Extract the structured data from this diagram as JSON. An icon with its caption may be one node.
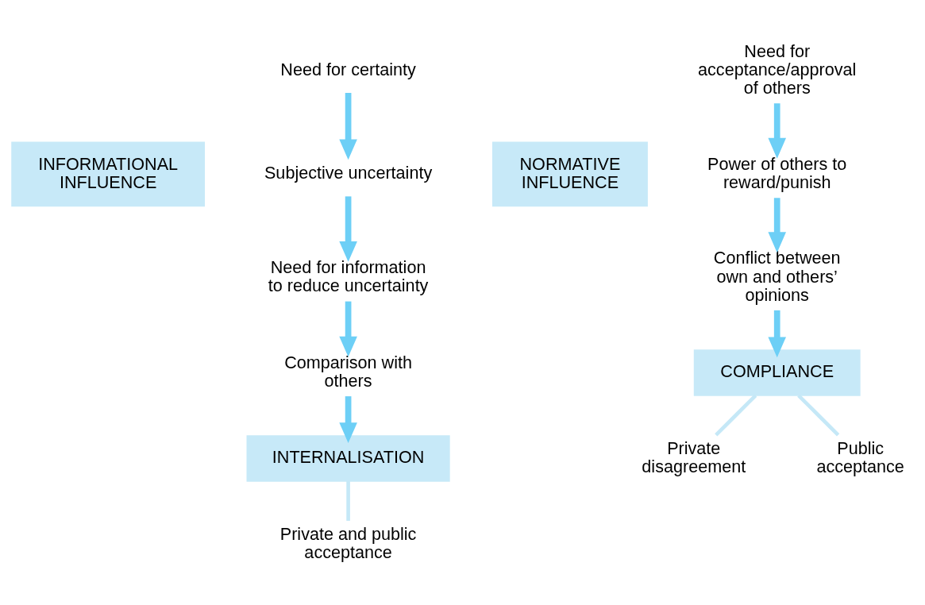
{
  "diagram": {
    "nodes": [
      {
        "text": [
          "INFORMATIONAL INFLUENCE"
        ]
      },
      {
        "text": [
          "Need for certainty"
        ]
      },
      {
        "text": [
          "Subjective uncertainty"
        ]
      },
      {
        "text": [
          "Need for information to reduce uncertainty"
        ]
      },
      {
        "text": [
          "Comparison with others"
        ]
      },
      {
        "text": [
          "INTERNALISATION"
        ]
      },
      {
        "text": [
          "Private and public acceptance"
        ]
      },
      {
        "text": [
          "NORMATIVE INFLUENCE"
        ]
      },
      {
        "text": [
          "Need for acceptance/approval of others"
        ]
      },
      {
        "text": [
          "Power of others to reward/punish"
        ]
      },
      {
        "text": [
          "Conflict between own and others’ opinions"
        ]
      },
      {
        "text": [
          "COMPLIANCE"
        ]
      },
      {
        "text": [
          "Private disagreement"
        ]
      },
      {
        "text": [
          "Public acceptance"
        ]
      }
    ],
    "edges": [
      {
        "from": 1,
        "to": 2,
        "arrow": "to"
      },
      {
        "from": 2,
        "to": 3,
        "arrow": "to"
      },
      {
        "from": 3,
        "to": 4,
        "arrow": "to"
      },
      {
        "from": 4,
        "to": 5,
        "arrow": "to"
      },
      {
        "from": 5,
        "to": 6,
        "arrow": "none",
        "color": "#c5e8f7"
      },
      {
        "from": 8,
        "to": 9,
        "arrow": "to"
      },
      {
        "from": 9,
        "to": 10,
        "arrow": "to"
      },
      {
        "from": 10,
        "to": 11,
        "arrow": "to"
      },
      {
        "from": 11,
        "to": 12,
        "arrow": "none",
        "color": "#c5e8f7"
      },
      {
        "from": 11,
        "to": 13,
        "arrow": "none",
        "color": "#c5e8f7"
      }
    ]
  }
}
